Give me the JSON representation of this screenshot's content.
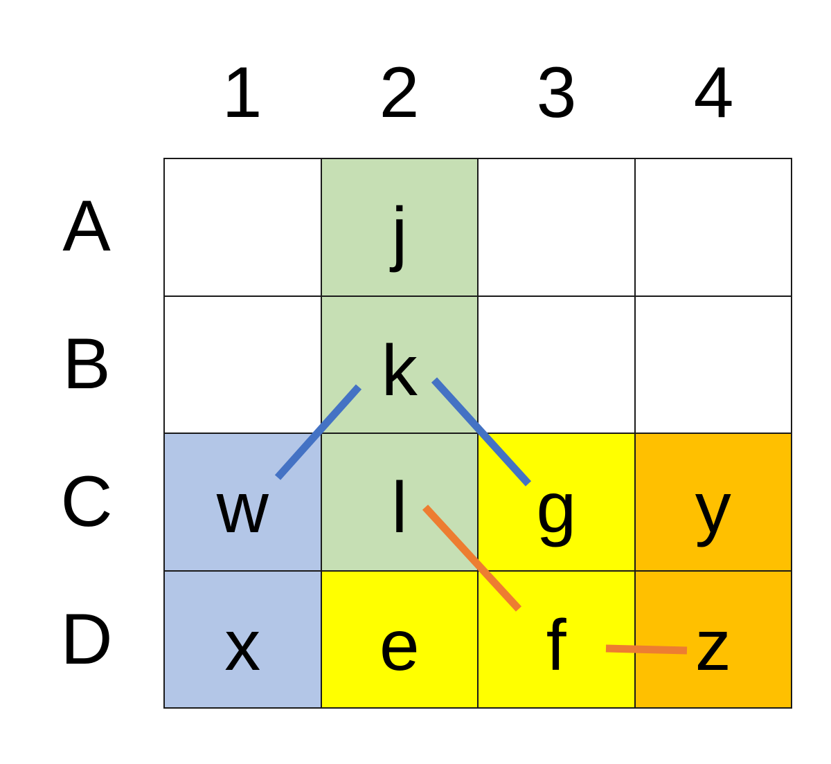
{
  "columns": [
    "1",
    "2",
    "3",
    "4"
  ],
  "rows": [
    "A",
    "B",
    "C",
    "D"
  ],
  "cells": [
    [
      {
        "text": "",
        "color": "#ffffff"
      },
      {
        "text": "j",
        "color": "#c6dfb4"
      },
      {
        "text": "",
        "color": "#ffffff"
      },
      {
        "text": "",
        "color": "#ffffff"
      }
    ],
    [
      {
        "text": "",
        "color": "#ffffff"
      },
      {
        "text": "k",
        "color": "#c6dfb4"
      },
      {
        "text": "",
        "color": "#ffffff"
      },
      {
        "text": "",
        "color": "#ffffff"
      }
    ],
    [
      {
        "text": "w",
        "color": "#b3c6e7"
      },
      {
        "text": "l",
        "color": "#c6dfb4"
      },
      {
        "text": "g",
        "color": "#ffff00"
      },
      {
        "text": "y",
        "color": "#ffc000"
      }
    ],
    [
      {
        "text": "x",
        "color": "#b3c6e7"
      },
      {
        "text": "e",
        "color": "#ffff00"
      },
      {
        "text": "f",
        "color": "#ffff00"
      },
      {
        "text": "z",
        "color": "#ffc000"
      }
    ]
  ],
  "connectors": [
    {
      "from": "k",
      "to": "w",
      "color": "#4472c4"
    },
    {
      "from": "k",
      "to": "g",
      "color": "#4472c4"
    },
    {
      "from": "l",
      "to": "f",
      "color": "#ed7d31"
    },
    {
      "from": "f",
      "to": "z",
      "color": "#ed7d31"
    }
  ]
}
